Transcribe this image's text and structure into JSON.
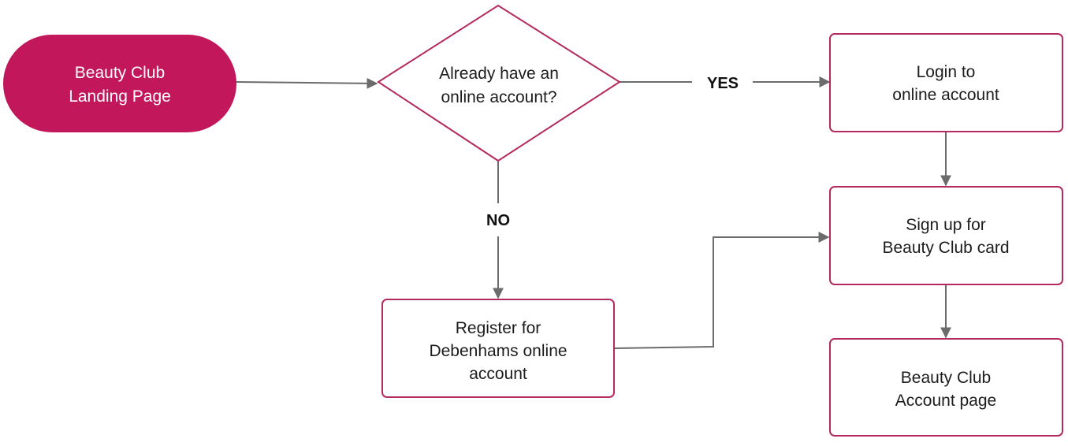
{
  "colors": {
    "accent": "#c2185b",
    "node_border": "#b32a5e",
    "connector": "#6b6b6b"
  },
  "nodes": {
    "start": {
      "line1": "Beauty Club",
      "line2": "Landing Page"
    },
    "decision": {
      "line1": "Already have an",
      "line2": "online account?"
    },
    "login": {
      "line1": "Login to",
      "line2": "online account"
    },
    "signup": {
      "line1": "Sign up for",
      "line2": "Beauty Club card"
    },
    "register": {
      "line1": "Register for",
      "line2": "Debenhams online",
      "line3": "account"
    },
    "account_page": {
      "line1": "Beauty Club",
      "line2": "Account page"
    }
  },
  "edges": {
    "yes_label": "YES",
    "no_label": "NO"
  }
}
